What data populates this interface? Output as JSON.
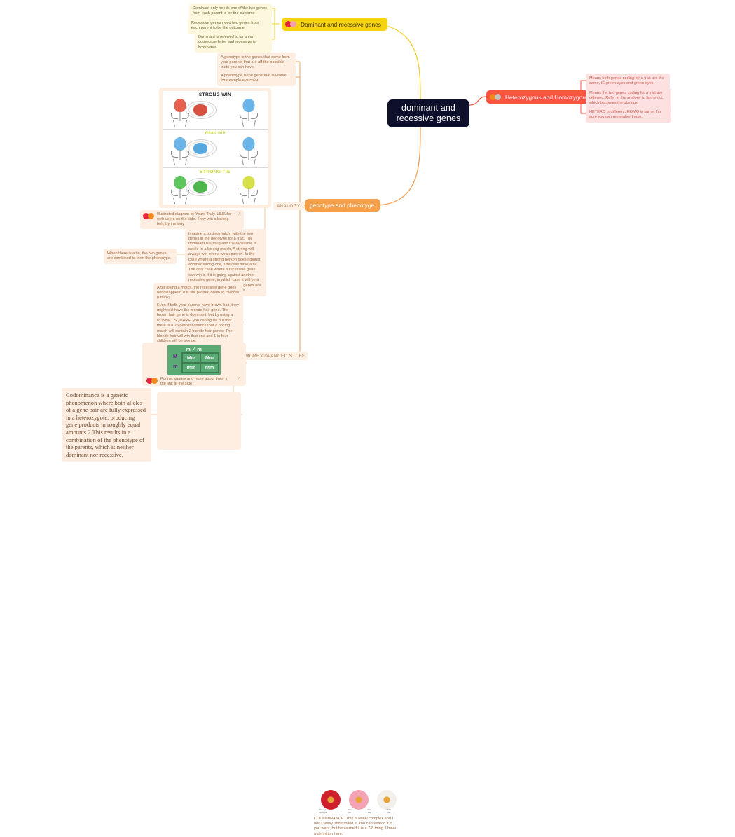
{
  "central": {
    "title": "dominant and recessive genes",
    "color": "#0d0f2b"
  },
  "branches": [
    {
      "id": "dominant-recessive",
      "label": "Dominant and recessive genes",
      "color": "#f5d312",
      "icons": [
        "red-dot-icon",
        "pink-dot-icon"
      ],
      "notes": [
        "Dominant only needs one of the two genes from each parent to be the outcome",
        "Recessive genes need two genes from each parent to be the outcome",
        "Dominant is referred to as an an uppercase letter and recessive is lowercase."
      ]
    },
    {
      "id": "heterozygous-homozygous",
      "label": "Heterozygous and Homozygous",
      "color": "#fb5441",
      "icons": [
        "orange-dot-icon",
        "grey-dot-icon"
      ],
      "notes": [
        "Means both genes coding for a trait are the same, IE green eyes and green eyes",
        "Means the two genes coding for a trait are different. Refer to the analogy to figure out which becomes the obvious",
        "HETERO is different, HOMO is same. I'm sure you can remember those."
      ]
    },
    {
      "id": "genotype-phenotype",
      "label": "genotype and phenotyge",
      "color": "#f59f4a",
      "notes": [
        {
          "text_before": "A genotype is the genes that come from your parents that are ",
          "bold": "all",
          "text_after": " the possible traits you can have."
        },
        "A phenotype is the gene that is visible, for example eye color"
      ]
    }
  ],
  "callouts": [
    {
      "id": "analogy",
      "label": "ANALOGY"
    },
    {
      "id": "more-advanced",
      "label": "MORE ADVANCED STUFF"
    }
  ],
  "analogy": {
    "illustration": {
      "panels": [
        {
          "title": "STRONG WIN",
          "left_color": "red",
          "right_color": "blue",
          "belt_color": "red"
        },
        {
          "title": "weak win",
          "left_color": "blue",
          "right_color": "blue",
          "belt_color": "blue"
        },
        {
          "title": "STRONG TIE",
          "left_color": "green",
          "right_color": "yellowgreen",
          "belt_color": "green"
        }
      ],
      "caption": "Illustrated diagram by Yours Truly. LINK for web users on the side. They win a boxing belt, by the way",
      "caption_icons": [
        "red-dot-icon",
        "orange-dot-icon"
      ],
      "link_icon": "external-link-icon"
    },
    "long_note": "Imagine a boxing match, with the two genes in the genotype for a trait. The dominant is strong and the recessive is weak. In a boxing match, A strong will always win over a weak person. In the case where a strong person goes against another strong one, They will have a tie. The only case where a recessive gene can win is if it is going against another recessive gene, in which case it will be a tie. When there is a tie, the two genes are combined to form the phenotype.",
    "side_note": "When there is a tie, the two genes are combined to form the phenotype."
  },
  "advanced": {
    "notes": [
      "After losing a match, the recessive gene does not disappear! It is still passed down to children (I think)",
      "Even if both your parents have brown hair, they might still have the blonde hair gene. The brown hair gene is dominant, but by using a PUNNET SQUARE, you can figure out that there is a 25 percent chance that a boxing match will contain 2 blonde hair genes. The blonde hair will win that one and 1 in four children will be blonde."
    ],
    "punnett": {
      "top_label": "m  ⁄  m",
      "row_labels": [
        "M",
        "m"
      ],
      "cells": [
        "Mm",
        "Mm",
        "mm",
        "mm"
      ],
      "background": "#5aab73"
    },
    "punnett_caption": "Punnet square and more about them in the link at the side",
    "punnett_caption_icons": [
      "red-dot-icon",
      "orange-dot-icon"
    ],
    "codominance_definition": "Codominance is a genetic phenomenon where both alleles of a gene pair are fully expressed in a heterozygote, producing gene products in roughly equal amounts.2 This results in a combination of the phenotype of the parents, which is neither dominant nor recessive.",
    "flowers": {
      "header": [
        "Phenotype",
        "Genotype"
      ],
      "columns": [
        {
          "phenotype": "Red",
          "genotype": "RR"
        },
        {
          "phenotype": "Pink",
          "genotype": "RW"
        },
        {
          "phenotype": "White",
          "genotype": "WW"
        }
      ]
    },
    "codominance_caption": "CODOMINANCE. This is really complex and I don't really understand it. You can search it if you want, but be warned it is a 7-8 thing. I have a definition here."
  }
}
